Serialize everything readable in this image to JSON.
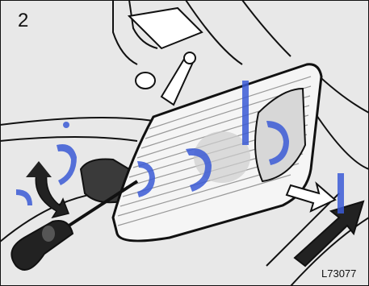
{
  "figure": {
    "step_number": "2",
    "figure_code": "L73077",
    "colors": {
      "outline": "#111111",
      "fill": "#e6e6e6",
      "lens": "#f5f5f5",
      "watermark": "#3b5bd6"
    },
    "icons": [
      "screwdriver",
      "curved-pry-arrow",
      "removal-arrow",
      "turn-signal-lamp",
      "watermark"
    ]
  }
}
